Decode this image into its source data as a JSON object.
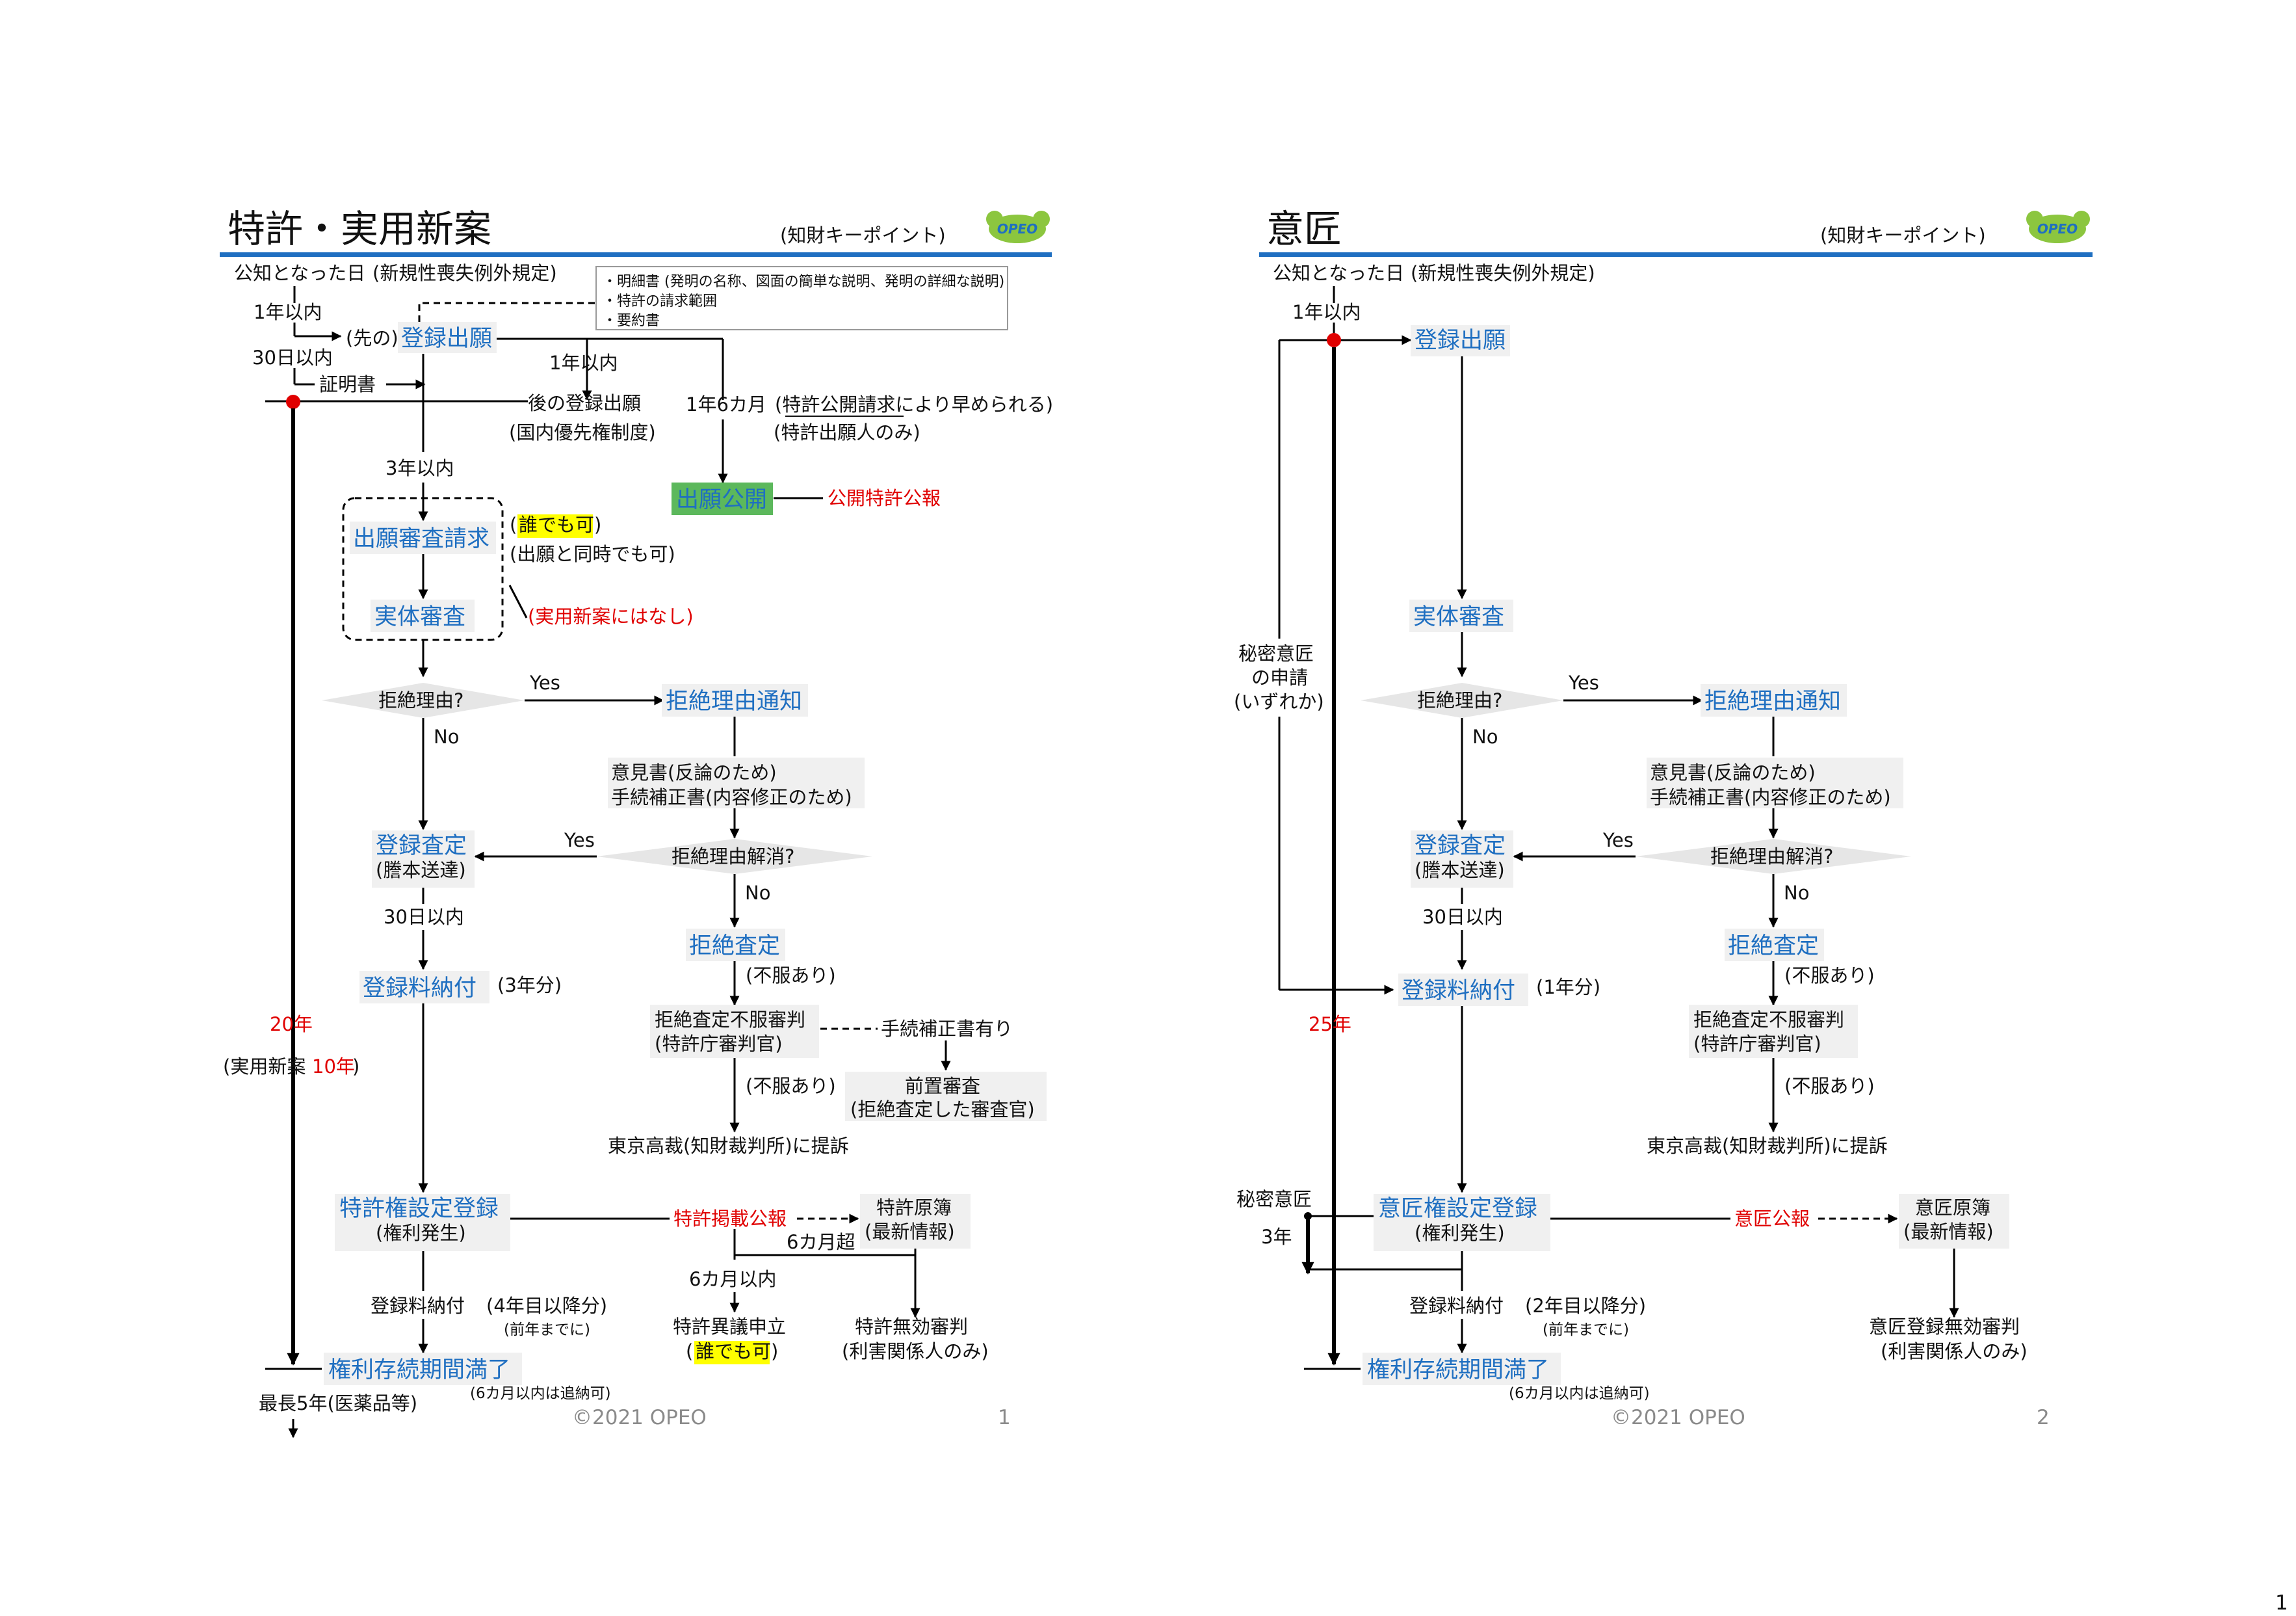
{
  "left": {
    "title": "特許・実用新案",
    "subtitle": "(知財キーポイント)",
    "logo": "OPEO",
    "labels": {
      "kouchi": "公知となった日",
      "shinkisei": "(新規性喪失例外規定)",
      "within1y": "1年以内",
      "saki_pre": "(先の)",
      "saki_main": "登録出願",
      "within30d": "30日以内",
      "shomeisho": "証明書",
      "within1y_b": "1年以内",
      "ato": "後の登録出願",
      "kokunai": "(国内優先権制度)",
      "ichinen6": "1年6カ月",
      "tokkyo_kokai": "(特許公開請求により早められる)",
      "tokkyo_only": "(特許出願人のみ)",
      "within3y": "3年以内",
      "kokai": "出願公開",
      "kokai_koho": "公開特許公報",
      "shinsa_seikyu": "出願審査請求",
      "daredemo_a": "誰でも可",
      "paren_open": "(",
      "paren_close": ")",
      "doji": "(出願と同時でも可)",
      "jittai": "実体審査",
      "jitsuyo_nashi": "(実用新案にはなし)",
      "kyozetsu_q": "拒絶理由?",
      "yes1": "Yes",
      "tsuchi": "拒絶理由通知",
      "no1": "No",
      "iken": "意見書(反論のため)",
      "hosei": "手続補正書(内容修正のため)",
      "yes2": "Yes",
      "kaisho_q": "拒絶理由解消?",
      "no2": "No",
      "toroku_satei": "登録査定",
      "tohon": "(謄本送達)",
      "kyozetsu_satei": "拒絶査定",
      "fufuku1": "(不服あり)",
      "within30d_b": "30日以内",
      "tourokuryo": "登録料納付",
      "sannen": "(3年分)",
      "fufuku_shinpan": "拒絶査定不服審判",
      "shinpankan": "(特許庁審判官)",
      "hosei_ari": "手続補正書有り",
      "twenty": "20年",
      "jitsuyo_pre": "(実用新案",
      "ten": "10年",
      "jitsuyo_post": ")",
      "fufuku2": "(不服あり)",
      "zenchi": "前置審査",
      "zenchi_sub": "(拒絶査定した審査官)",
      "tokyo": "東京高裁(知財裁判所)に提訴",
      "settei": "特許権設定登録",
      "kenri_hassei": "(権利発生)",
      "keisai": "特許掲載公報",
      "genbo": "特許原簿",
      "saishin": "(最新情報)",
      "six_over": "6カ月超",
      "six_within": "6カ月以内",
      "tourokuryo2": "登録料納付",
      "yonen": "(4年目以降分)",
      "zennen": "(前年までに)",
      "igi": "特許異議申立",
      "daredemo_b": "誰でも可",
      "muko": "特許無効審判",
      "rigai": "(利害関係人のみ)",
      "manryo": "権利存続期間満了",
      "tsuino": "(6カ月以内は追納可)",
      "saicho": "最長5年(医薬品等)",
      "copyright": "©2021 OPEO",
      "page": "1"
    },
    "notes": [
      "・明細書 (発明の名称、図面の簡単な説明、発明の詳細な説明)",
      "・特許の請求範囲",
      "・要約書"
    ]
  },
  "right": {
    "title": "意匠",
    "subtitle": "(知財キーポイント)",
    "logo": "OPEO",
    "labels": {
      "kouchi": "公知となった日",
      "shinkisei": "(新規性喪失例外規定)",
      "within1y": "1年以内",
      "toroku": "登録出願",
      "himitsu1": "秘密意匠",
      "himitsu2": "の申請",
      "himitsu3": "(いずれか)",
      "jittai": "実体審査",
      "kyozetsu_q": "拒絶理由?",
      "yes1": "Yes",
      "tsuchi": "拒絶理由通知",
      "no1": "No",
      "iken": "意見書(反論のため)",
      "hosei": "手続補正書(内容修正のため)",
      "toroku_satei": "登録査定",
      "yes2": "Yes",
      "kaisho_q": "拒絶理由解消?",
      "tohon": "(謄本送達)",
      "no2": "No",
      "within30d": "30日以内",
      "kyozetsu_satei": "拒絶査定",
      "fufuku1": "(不服あり)",
      "tourokuryo": "登録料納付",
      "ichinen": "(1年分)",
      "twentyfive": "25年",
      "fufuku_shinpan": "拒絶査定不服審判",
      "shinpankan": "(特許庁審判官)",
      "fufuku2": "(不服あり)",
      "tokyo": "東京高裁(知財裁判所)に提訴",
      "himitsu_b": "秘密意匠",
      "settei": "意匠権設定登録",
      "kenri_hassei": "(権利発生)",
      "koho": "意匠公報",
      "genbo": "意匠原簿",
      "saishin": "(最新情報)",
      "sannen": "3年",
      "tourokuryo2": "登録料納付",
      "ninen": "(2年目以降分)",
      "zennen": "(前年までに)",
      "muko": "意匠登録無効審判",
      "rigai": "(利害関係人のみ)",
      "manryo": "権利存続期間満了",
      "tsuino": "(6カ月以内は追納可)",
      "copyright": "©2021 OPEO",
      "page": "2"
    }
  },
  "page_number": "1",
  "colors": {
    "accent_blue": "#1f6fc1",
    "red": "#e00000",
    "green_box": "#5cb85c",
    "highlight_yellow": "#ffff00",
    "logo_green": "#8cc63f"
  }
}
